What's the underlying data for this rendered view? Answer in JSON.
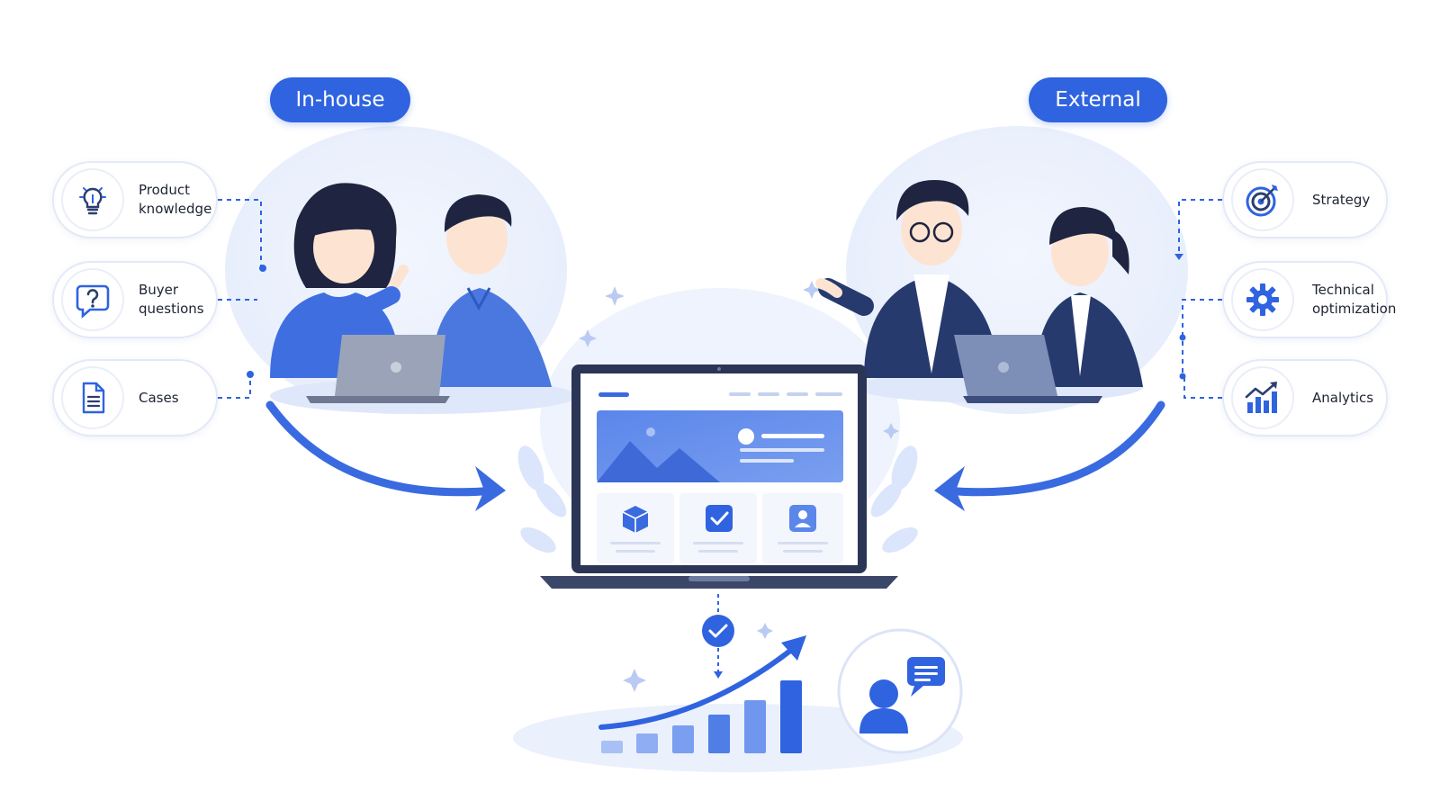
{
  "groups": {
    "in_house": {
      "title": "In-house",
      "items": [
        {
          "label": "Product\nknowledge",
          "icon": "lightbulb-icon"
        },
        {
          "label": "Buyer\nquestions",
          "icon": "question-bubble-icon"
        },
        {
          "label": "Cases",
          "icon": "document-icon"
        }
      ]
    },
    "external": {
      "title": "External",
      "items": [
        {
          "label": "Strategy",
          "icon": "target-icon"
        },
        {
          "label": "Technical\noptimization",
          "icon": "gear-icon"
        },
        {
          "label": "Analytics",
          "icon": "bar-chart-icon"
        }
      ]
    }
  },
  "colors": {
    "accent": "#2f63e0",
    "accent_light": "#6b93ee",
    "navy": "#2c3e70",
    "soft_bg": "#edf2fd"
  }
}
